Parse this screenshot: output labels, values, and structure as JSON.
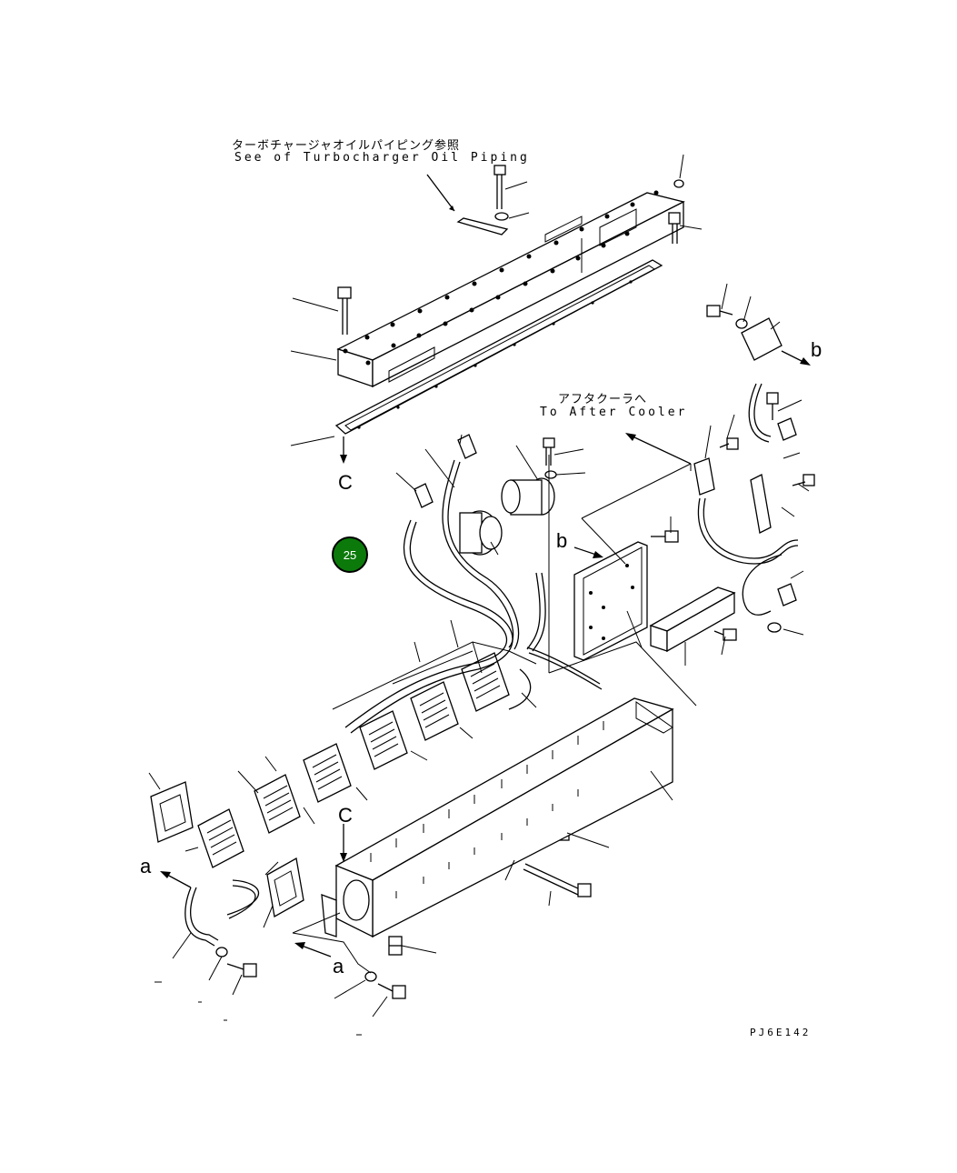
{
  "labels": {
    "turbo_ref_jp": "ターボチャージャオイルパイピング参照",
    "turbo_ref_en": "See of Turbocharger Oil Piping",
    "aftercooler_jp": "アフタクーラへ",
    "aftercooler_en": "To After Cooler"
  },
  "ref_letters": {
    "b_right": "b",
    "b_mid": "b",
    "c_upper": "C",
    "c_lower": "C",
    "a_left": "a",
    "a_lower": "a"
  },
  "callout": {
    "number": "25",
    "color": "#0b7a0b"
  },
  "drawing_code": "PJ6E142"
}
